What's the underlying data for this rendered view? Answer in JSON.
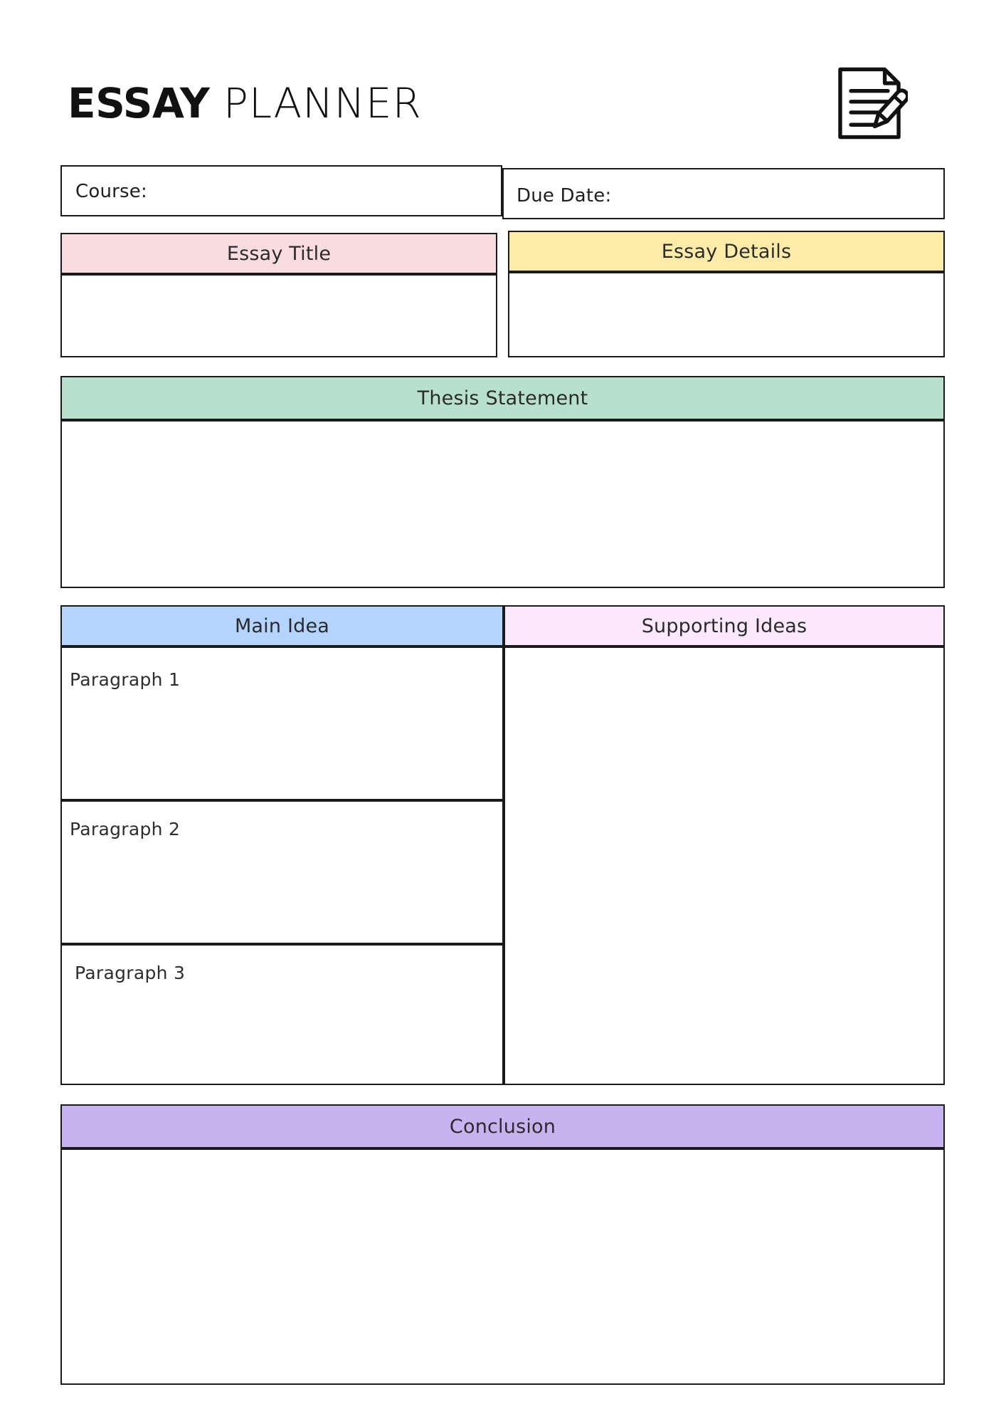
{
  "document": {
    "title_strong": "ESSAY",
    "title_light": " PLANNER",
    "icon": "document-pencil-icon"
  },
  "fields": {
    "course_label": "Course:",
    "course_value": "",
    "due_date_label": "Due Date:",
    "due_date_value": ""
  },
  "sections": {
    "essay_title": {
      "heading": "Essay Title",
      "color": "#F9DCE0",
      "value": ""
    },
    "essay_details": {
      "heading": "Essay Details",
      "color": "#FDECA8",
      "value": ""
    },
    "thesis_statement": {
      "heading": "Thesis Statement",
      "color": "#B8E0CE",
      "value": ""
    },
    "main_idea": {
      "heading": "Main Idea",
      "color": "#B3D4FC"
    },
    "supporting_ideas": {
      "heading": "Supporting Ideas",
      "color": "#FBE8FD",
      "value": ""
    },
    "conclusion": {
      "heading": "Conclusion",
      "color": "#C7B3F0",
      "value": ""
    }
  },
  "paragraphs": [
    {
      "label": "Paragraph 1",
      "value": ""
    },
    {
      "label": "Paragraph 2",
      "value": ""
    },
    {
      "label": "Paragraph 3",
      "value": ""
    }
  ],
  "theme": {
    "page_background": "#FFFFFF",
    "border_color": "#1A1A1A",
    "text_color": "#2B2B2B"
  }
}
